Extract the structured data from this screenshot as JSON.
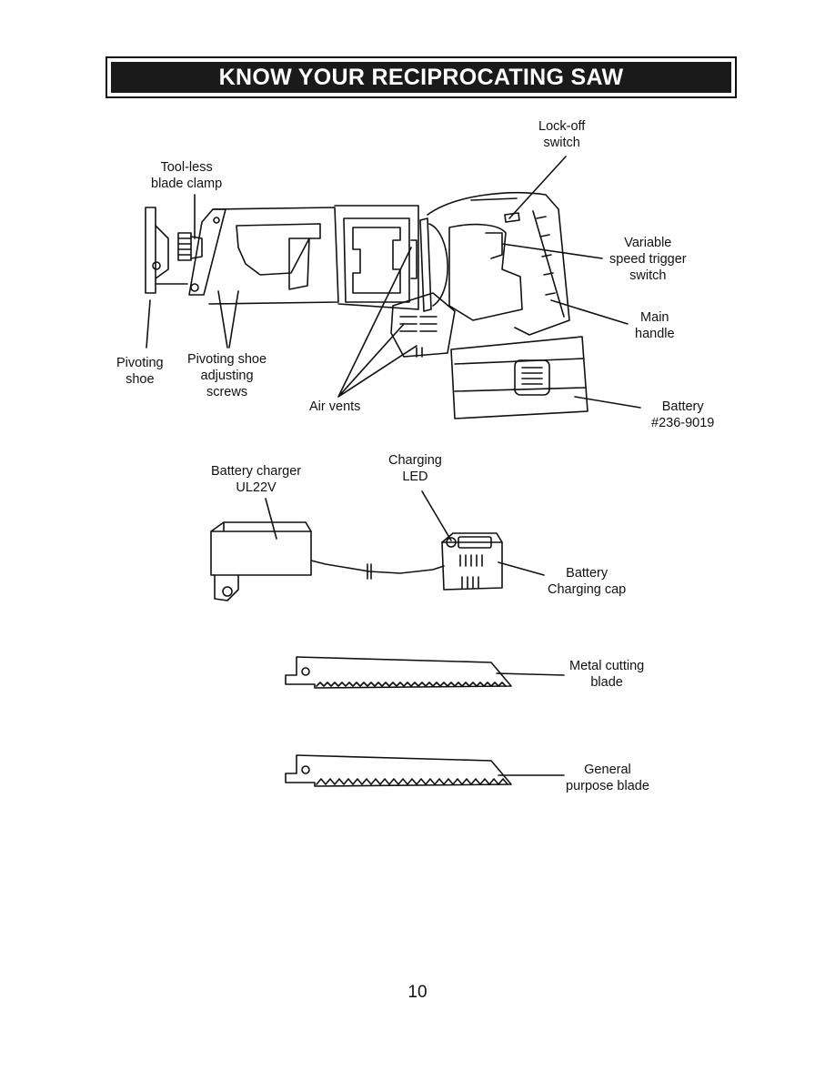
{
  "page": {
    "title": "KNOW YOUR RECIPROCATING SAW",
    "page_number": "10"
  },
  "labels": {
    "lock_off": [
      "Lock-off",
      "switch"
    ],
    "toolless": [
      "Tool-less",
      "blade clamp"
    ],
    "variable": [
      "Variable",
      "speed trigger",
      "switch"
    ],
    "main_handle": [
      "Main",
      "handle"
    ],
    "pivoting_shoe": [
      "Pivoting",
      "shoe"
    ],
    "pivot_screws": [
      "Pivoting shoe",
      "adjusting",
      "screws"
    ],
    "air_vents": "Air vents",
    "battery": [
      "Battery",
      "#236-9019"
    ],
    "charger": [
      "Battery charger",
      "UL22V"
    ],
    "charging_led": [
      "Charging",
      "LED"
    ],
    "charging_cap": [
      "Battery",
      "Charging cap"
    ],
    "metal_blade": [
      "Metal cutting",
      "blade"
    ],
    "general_blade": [
      "General",
      "purpose blade"
    ]
  }
}
